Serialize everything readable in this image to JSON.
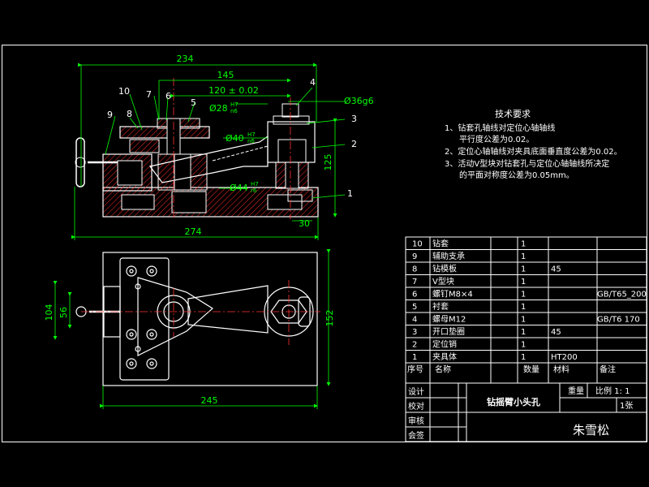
{
  "colors": {
    "background": "#000000",
    "frame": "#ffffff",
    "outline": "#ffffff",
    "dimension": "#00ff00",
    "hatch": "#ff0000",
    "centerline": "#ff3333",
    "accent": "#ffff00"
  },
  "dimensions": {
    "d234": "234",
    "d145": "145",
    "d120": "120 ± 0.02",
    "d28": "Ø28",
    "d28_fit_top": "H7",
    "d28_fit_bot": "n6",
    "d36": "Ø36g6",
    "d40": "Ø40",
    "d40_fit_top": "H7",
    "d40_fit_bot": "n6",
    "d44": "Ø44",
    "d44_fit_top": "H7",
    "d44_fit_bot": "r6",
    "d125": "125",
    "d30": "30",
    "d274": "274",
    "d104": "104",
    "d56": "56",
    "d152": "152",
    "d245": "245"
  },
  "balloons": {
    "b1": "1",
    "b2": "2",
    "b3": "3",
    "b4": "4",
    "b5": "5",
    "b6": "6",
    "b7": "7",
    "b8": "8",
    "b9": "9",
    "b10": "10"
  },
  "tech_requirements": {
    "title": "技术要求",
    "line1": "1、钻套孔轴线对定位心轴轴线",
    "line1b": "平行度公差为0.02。",
    "line2": "2、定位心轴轴线对夹具底面垂直度公差为0.02。",
    "line3": "3、活动V型块对钻套孔与定位心轴轴线所决定",
    "line3b": "的平面对称度公差为0.05mm。"
  },
  "bom": {
    "rows": [
      {
        "no": "10",
        "name": "钻套",
        "qty": "1",
        "material": "",
        "note": ""
      },
      {
        "no": "9",
        "name": "辅助支承",
        "qty": "1",
        "material": "",
        "note": ""
      },
      {
        "no": "8",
        "name": "钻模板",
        "qty": "1",
        "material": "45",
        "note": ""
      },
      {
        "no": "7",
        "name": "V型块",
        "qty": "1",
        "material": "",
        "note": ""
      },
      {
        "no": "6",
        "name": "螺钉M8×4",
        "qty": "1",
        "material": "",
        "note": "GB/T65_200"
      },
      {
        "no": "5",
        "name": "衬套",
        "qty": "1",
        "material": "",
        "note": ""
      },
      {
        "no": "4",
        "name": "螺母M12",
        "qty": "1",
        "material": "",
        "note": "GB/T6 170"
      },
      {
        "no": "3",
        "name": "开口垫圈",
        "qty": "1",
        "material": "45",
        "note": ""
      },
      {
        "no": "2",
        "name": "定位销",
        "qty": "1",
        "material": "",
        "note": ""
      },
      {
        "no": "1",
        "name": "夹具体",
        "qty": "1",
        "material": "HT200",
        "note": ""
      }
    ],
    "header": {
      "no": "序号",
      "name": "名称",
      "qty": "数量",
      "material": "材料",
      "note": "备注"
    }
  },
  "title_block": {
    "design": "设计",
    "check": "校对",
    "review": "审核",
    "approve": "会签",
    "drawing_name": "钻摇臂小头孔",
    "weight": "重量",
    "scale": "比例 1: 1",
    "sheet": "1张",
    "author": "朱雪松"
  }
}
